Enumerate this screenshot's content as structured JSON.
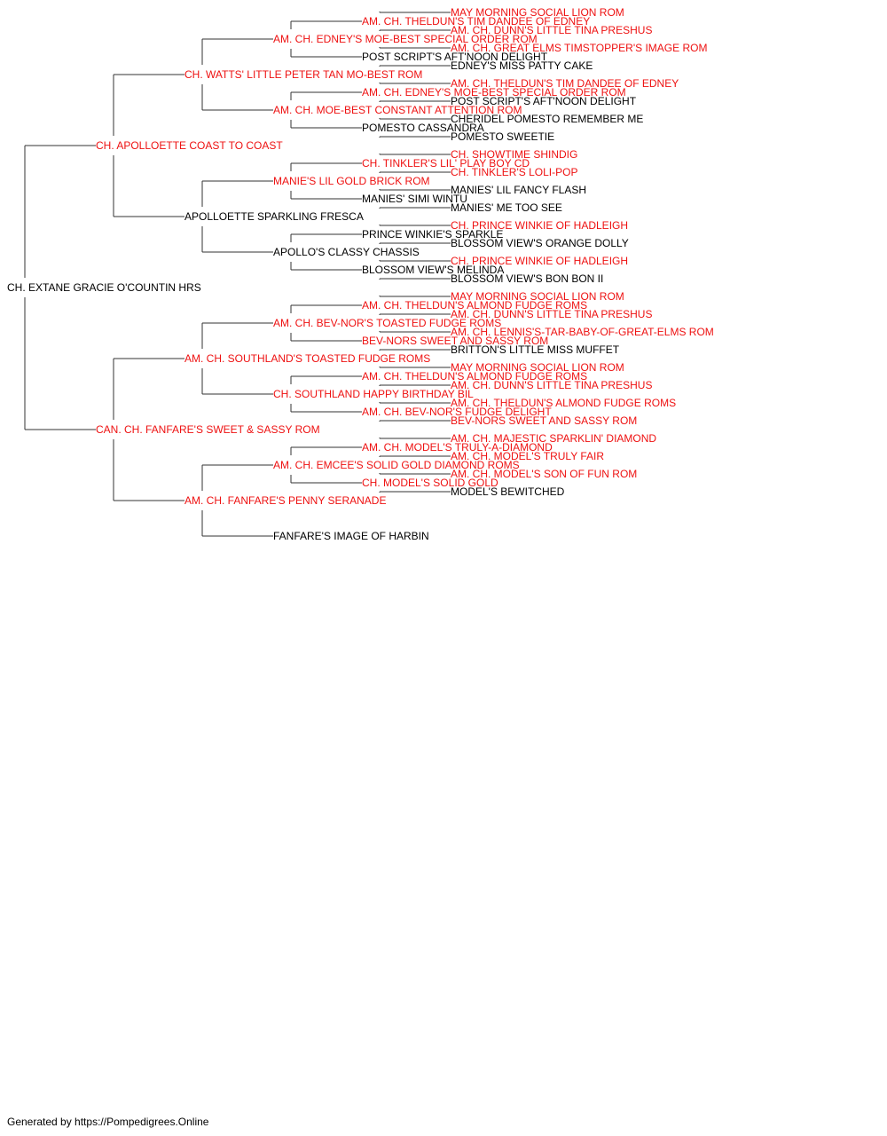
{
  "colors": {
    "champion": "#ee1111",
    "normal": "#000000",
    "line": "#333333"
  },
  "pedigree": {
    "name": "CH. EXTANE GRACIE O'COUNTIN HRS",
    "ch": false,
    "sire": {
      "name": "CH. APOLLOETTE COAST TO COAST",
      "ch": true,
      "sire": {
        "name": "CH. WATTS' LITTLE PETER TAN MO-BEST ROM",
        "ch": true,
        "sire": {
          "name": "AM. CH. EDNEY'S MOE-BEST SPECIAL ORDER ROM",
          "ch": true,
          "sire": {
            "name": "AM. CH. THELDUN'S TIM DANDEE OF EDNEY",
            "ch": true,
            "sire": {
              "name": "MAY MORNING SOCIAL LION ROM",
              "ch": true
            },
            "dam": {
              "name": "AM. CH. DUNN'S LITTLE TINA PRESHUS",
              "ch": true
            }
          },
          "dam": {
            "name": "POST SCRIPT'S AFT'NOON DELIGHT",
            "ch": false,
            "sire": {
              "name": "AM. CH. GREAT ELMS TIMSTOPPER'S IMAGE ROM",
              "ch": true
            },
            "dam": {
              "name": "EDNEY'S MISS PATTY CAKE",
              "ch": false
            }
          }
        },
        "dam": {
          "name": "AM. CH. MOE-BEST CONSTANT ATTENTION ROM",
          "ch": true,
          "sire": {
            "name": "AM. CH. EDNEY'S MOE-BEST SPECIAL ORDER ROM",
            "ch": true,
            "sire": {
              "name": "AM. CH. THELDUN'S TIM DANDEE OF EDNEY",
              "ch": true
            },
            "dam": {
              "name": "POST SCRIPT'S AFT'NOON DELIGHT",
              "ch": false
            }
          },
          "dam": {
            "name": "POMESTO CASSANDRA",
            "ch": false,
            "sire": {
              "name": "CHERIDEL POMESTO REMEMBER ME",
              "ch": false
            },
            "dam": {
              "name": "POMESTO SWEETIE",
              "ch": false
            }
          }
        }
      },
      "dam": {
        "name": "APOLLOETTE SPARKLING FRESCA",
        "ch": false,
        "sire": {
          "name": "MANIE'S LIL GOLD BRICK ROM",
          "ch": true,
          "sire": {
            "name": "CH. TINKLER'S LIL' PLAY BOY CD",
            "ch": true,
            "sire": {
              "name": "CH. SHOWTIME SHINDIG",
              "ch": true
            },
            "dam": {
              "name": "CH. TINKLER'S LOLI-POP",
              "ch": true
            }
          },
          "dam": {
            "name": "MANIES' SIMI WINTU",
            "ch": false,
            "sire": {
              "name": "MANIES' LIL FANCY FLASH",
              "ch": false
            },
            "dam": {
              "name": "MANIES' ME TOO SEE",
              "ch": false
            }
          }
        },
        "dam": {
          "name": "APOLLO'S CLASSY CHASSIS",
          "ch": false,
          "sire": {
            "name": "PRINCE WINKIE'S SPARKLE",
            "ch": false,
            "sire": {
              "name": "CH. PRINCE WINKIE OF HADLEIGH",
              "ch": true
            },
            "dam": {
              "name": "BLOSSOM VIEW'S ORANGE DOLLY",
              "ch": false
            }
          },
          "dam": {
            "name": "BLOSSOM VIEW'S MELINDA",
            "ch": false,
            "sire": {
              "name": "CH. PRINCE WINKIE OF HADLEIGH",
              "ch": true
            },
            "dam": {
              "name": "BLOSSOM VIEW'S BON BON II",
              "ch": false
            }
          }
        }
      }
    },
    "dam": {
      "name": "CAN. CH. FANFARE'S SWEET & SASSY ROM",
      "ch": true,
      "sire": {
        "name": "AM. CH. SOUTHLAND'S TOASTED FUDGE ROMS",
        "ch": true,
        "sire": {
          "name": "AM. CH. BEV-NOR'S TOASTED FUDGE ROMS",
          "ch": true,
          "sire": {
            "name": "AM. CH. THELDUN'S ALMOND FUDGE ROMS",
            "ch": true,
            "sire": {
              "name": "MAY MORNING SOCIAL LION ROM",
              "ch": true
            },
            "dam": {
              "name": "AM. CH. DUNN'S LITTLE TINA PRESHUS",
              "ch": true
            }
          },
          "dam": {
            "name": "BEV-NORS SWEET AND SASSY ROM",
            "ch": true,
            "sire": {
              "name": "AM. CH. LENNIS'S-TAR-BABY-OF-GREAT-ELMS ROM",
              "ch": true
            },
            "dam": {
              "name": "BRITTON'S LITTLE MISS MUFFET",
              "ch": false
            }
          }
        },
        "dam": {
          "name": "CH. SOUTHLAND HAPPY BIRTHDAY BIL",
          "ch": true,
          "sire": {
            "name": "AM. CH. THELDUN'S ALMOND FUDGE ROMS",
            "ch": true,
            "sire": {
              "name": "MAY MORNING SOCIAL LION ROM",
              "ch": true
            },
            "dam": {
              "name": "AM. CH. DUNN'S LITTLE TINA PRESHUS",
              "ch": true
            }
          },
          "dam": {
            "name": "AM. CH. BEV-NOR'S FUDGE DELIGHT",
            "ch": true,
            "sire": {
              "name": "AM. CH. THELDUN'S ALMOND FUDGE ROMS",
              "ch": true
            },
            "dam": {
              "name": "BEV-NORS SWEET AND SASSY ROM",
              "ch": true
            }
          }
        }
      },
      "dam": {
        "name": "AM. CH. FANFARE'S PENNY SERANADE",
        "ch": true,
        "sire": {
          "name": "AM. CH. EMCEE'S SOLID GOLD DIAMOND ROMS",
          "ch": true,
          "sire": {
            "name": "AM. CH. MODEL'S TRULY-A-DIAMOND",
            "ch": true,
            "sire": {
              "name": "AM. CH. MAJESTIC SPARKLIN' DIAMOND",
              "ch": true
            },
            "dam": {
              "name": "AM. CH. MODEL'S TRULY FAIR",
              "ch": true
            }
          },
          "dam": {
            "name": "CH. MODEL'S SOLID GOLD",
            "ch": true,
            "sire": {
              "name": "AM. CH. MODEL'S SON OF FUN ROM",
              "ch": true
            },
            "dam": {
              "name": "MODEL'S BEWITCHED",
              "ch": false
            }
          }
        },
        "dam": {
          "name": "FANFARE'S IMAGE OF HARBIN",
          "ch": false
        }
      }
    }
  },
  "footer": "Generated by https://Pompedigrees.Online"
}
